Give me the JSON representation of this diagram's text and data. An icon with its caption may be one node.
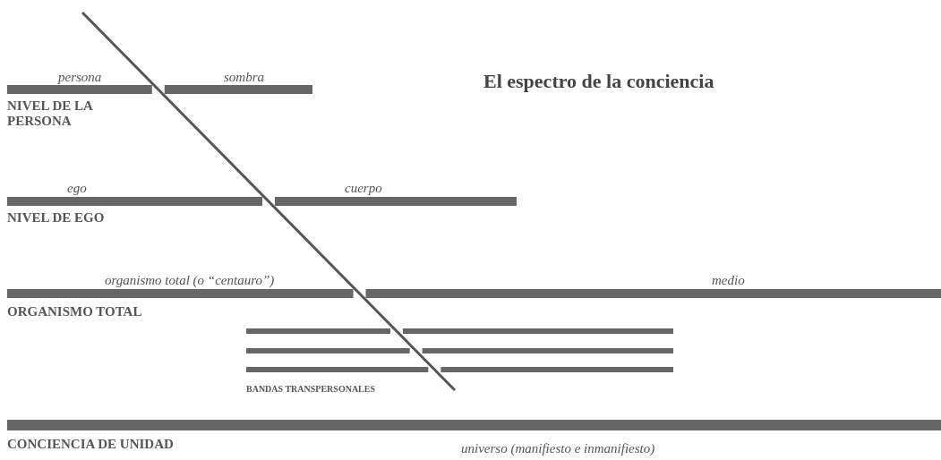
{
  "diagram": {
    "title": "El espectro de la conciencia",
    "labels": [
      "persona",
      "sombra",
      "NIVEL DE LA PERSONA",
      "ego",
      "cuerpo",
      "NIVEL DE EGO",
      "organismo total (o “centauro”)",
      "medio",
      "ORGANISMO TOTAL",
      "BANDAS TRANSPERSONALES",
      "CONCIENCIA DE UNIDAD",
      "universo (manifiesto e inmanifiesto)"
    ]
  }
}
